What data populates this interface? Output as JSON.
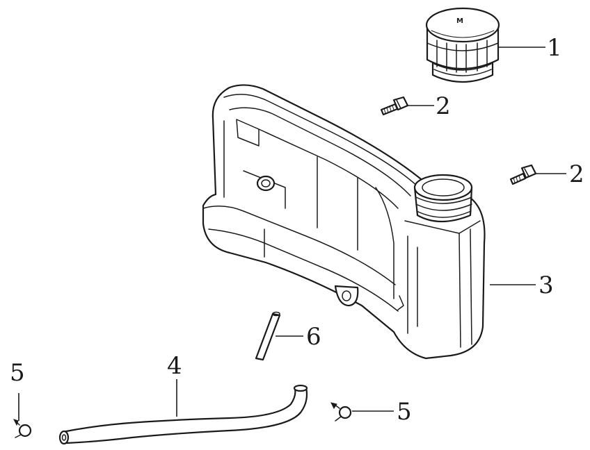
{
  "callouts": {
    "c1": "1",
    "c2a": "2",
    "c2b": "2",
    "c3": "3",
    "c4": "4",
    "c5a": "5",
    "c5b": "5",
    "c6": "6"
  },
  "parts": {
    "cap_mark": "M"
  },
  "colors": {
    "line": "#1a1a1a",
    "background": "#ffffff"
  }
}
